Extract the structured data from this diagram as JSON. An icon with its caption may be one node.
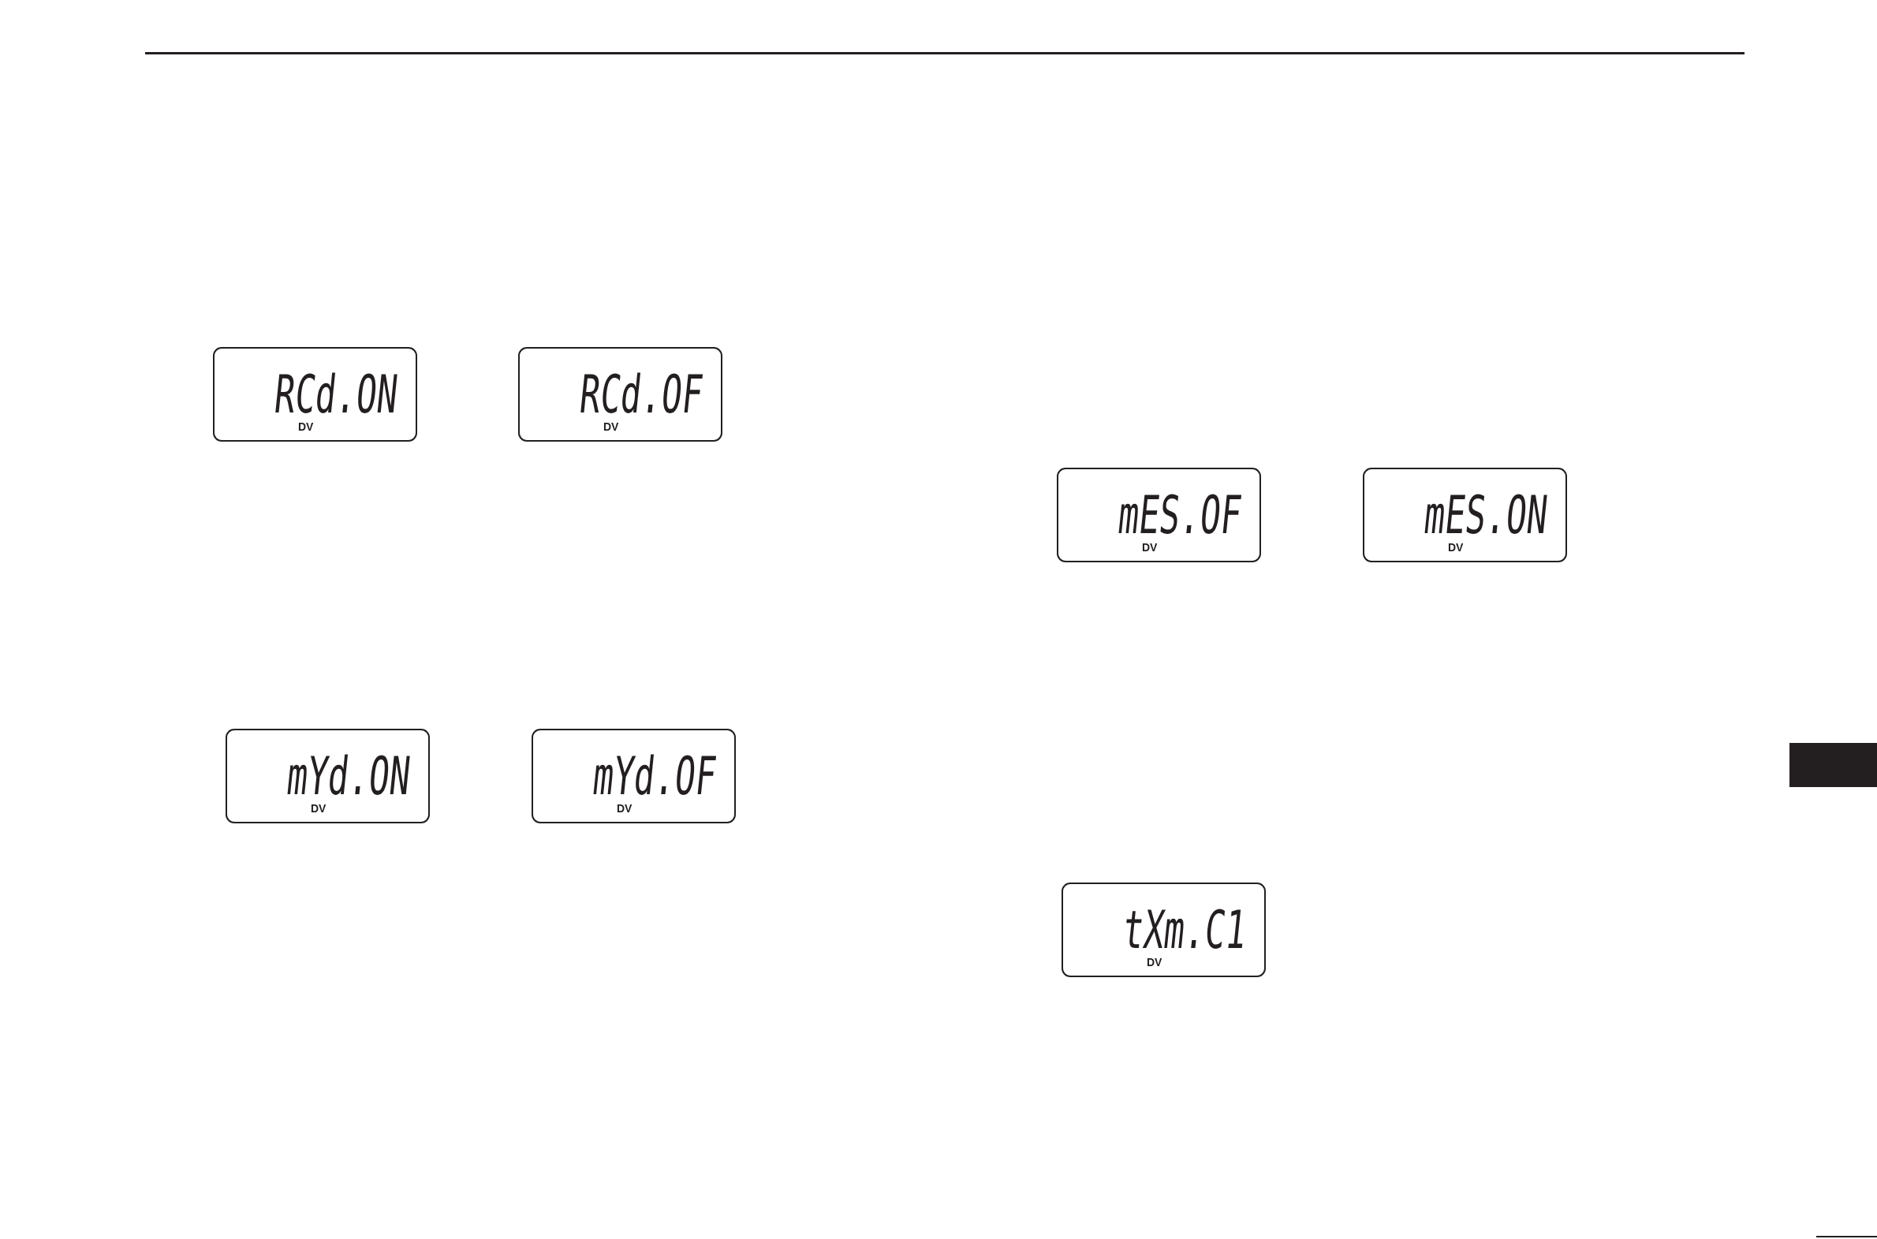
{
  "diagram": {
    "nodes": [
      {
        "text": [
          "RCd.ON",
          "DV"
        ]
      },
      {
        "text": [
          "RCd.OF",
          "DV"
        ]
      },
      {
        "text": [
          "mYd.ON",
          "DV"
        ]
      },
      {
        "text": [
          "mYd.OF",
          "DV"
        ]
      },
      {
        "text": [
          "mES.OF",
          "DV"
        ]
      },
      {
        "text": [
          "mES.ON",
          "DV"
        ]
      },
      {
        "text": [
          "tXm.C1",
          "DV"
        ]
      },
      {
        "text": [],
        "shape": "box"
      }
    ]
  }
}
